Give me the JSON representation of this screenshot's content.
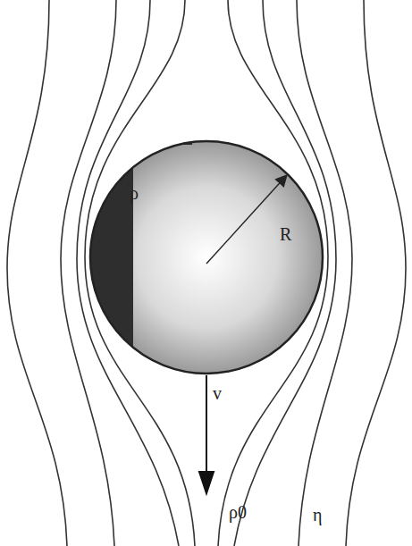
{
  "diagram": {
    "nodes": [
      {
        "text": [
          "ρ",
          "R"
        ]
      }
    ],
    "labels": [
      "v",
      "ρ0",
      "η"
    ]
  }
}
